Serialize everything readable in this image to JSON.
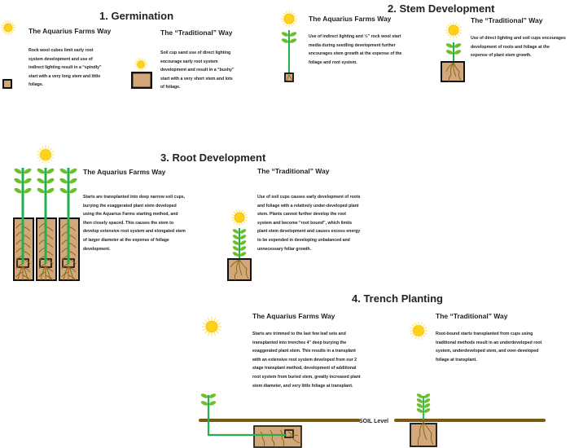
{
  "colors": {
    "soil_fill": "#d3a77c",
    "cup_border": "#111111",
    "root": "#8a6a14",
    "stem": "#22b14c",
    "leaf": "#6bbf2a",
    "sun": "#ffd21a",
    "soil_line": "#7a5a10"
  },
  "sections": [
    {
      "title": "1. Germination",
      "aquarius": {
        "heading": "The Aquarius Farms Way",
        "lines": [
          "Rock wool cubes limit early root",
          "system development and use of",
          "indirect lighting result in a “spindly”",
          "start with a very long stem and little",
          "foliage."
        ]
      },
      "traditional": {
        "heading": "The “Traditional” Way",
        "lines": [
          "Soil cup sand use of direct lighting",
          "encourage early root system",
          "development and result in a “bushy”",
          "start with a very short stem and lots",
          "of foliage."
        ]
      }
    },
    {
      "title": "2. Stem Development",
      "aquarius": {
        "heading": "The Aquarius Farms Way",
        "lines": [
          "Use of indirect lighting and ½” rock wool start",
          "media during seedling development further",
          "encourages stem growth at the expense of the",
          "foliage and root system."
        ]
      },
      "traditional": {
        "heading": "The “Traditional” Way",
        "lines": [
          "Use of direct lighting and soil cups encourages",
          "development of roots and foliage at the",
          "expense of plant stem growth."
        ]
      }
    },
    {
      "title": "3. Root Development",
      "aquarius": {
        "heading": "The Aquarius Farms Way",
        "lines": [
          "Starts are transplanted into deep narrow soil cups,",
          "burying the exaggerated plant stem developed",
          "using the Aquarius Farms starting method, and",
          "then closely spaced.  This causes the stem to",
          "develop extensive root system and elongated stem",
          "of larger diameter at the expense of foliage",
          "development."
        ]
      },
      "traditional": {
        "heading": "The “Traditional” Way",
        "lines": [
          "Use of soil cups causes early development of roots",
          "and foliage with a relatively under-developed plant",
          "stem.  Plants cannot further develop the root",
          "system and become “root bound”, which limits",
          "plant stem development and causes excess energy",
          "to be expended in developing unbalanced and",
          "unnecessary foliar growth."
        ]
      }
    },
    {
      "title": "4. Trench Planting",
      "aquarius": {
        "heading": "The Aquarius Farms Way",
        "lines": [
          "Starts are trimmed to the last few leaf sets and",
          "transplanted into trenches 4” deep burying the",
          "exaggerated plant stem.  This results in a transplant",
          "with an extensive root system developed from our 2",
          "stage transplant method, development of additional",
          "root system from buried stem, greatly increased plant",
          "stem diameter, and very little foliage at transplant."
        ]
      },
      "traditional": {
        "heading": "The “Traditional” Way",
        "lines": [
          "Root-bound starts transplanted from cups using",
          "traditional methods result in an underdeveloped root",
          "system, underdeveloped stem, and over-developed",
          "foliage at transplant."
        ]
      },
      "soil_label": "SOIL Level"
    }
  ]
}
